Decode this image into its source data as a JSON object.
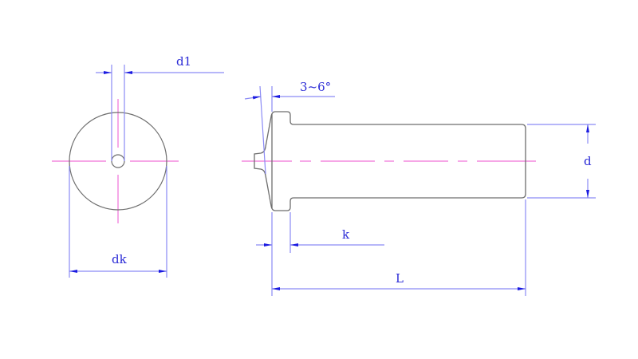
{
  "title": "Weld stud with ignition tip - technical drawing",
  "colors": {
    "outline": "#6e6e6e",
    "dimension": "#8a8af5",
    "arrow": "#1a1ae0",
    "centerline": "#f070d8",
    "text": "#2b2bd6"
  },
  "labels": {
    "d1": "d1",
    "dk": "dk",
    "angle": "3~6°",
    "k": "k",
    "L": "L",
    "d": "d"
  },
  "views": {
    "front_view": "end view (circle with center hole)",
    "side_view": "side view (stud with head and ignition tip)"
  }
}
